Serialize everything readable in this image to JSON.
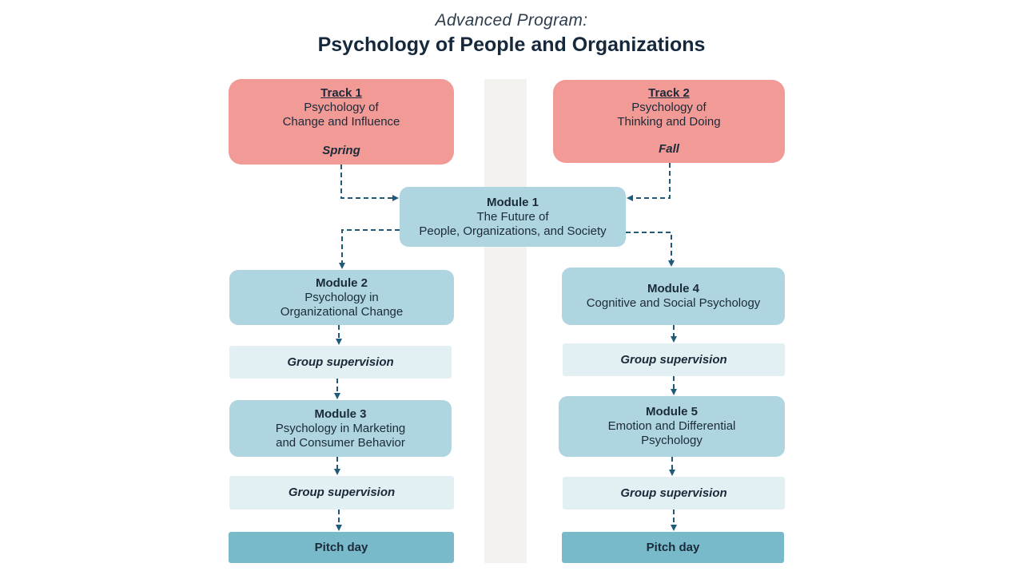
{
  "header": {
    "subtitle": "Advanced Program:",
    "title": "Psychology of People and Organizations"
  },
  "tracks": [
    {
      "label": "Track 1",
      "line1": "Psychology of",
      "line2": "Change and Influence",
      "season": "Spring"
    },
    {
      "label": "Track 2",
      "line1": "Psychology of",
      "line2": "Thinking and Doing",
      "season": "Fall"
    }
  ],
  "module1": {
    "label": "Module 1",
    "line1": "The Future of",
    "line2": "People, Organizations, and Society"
  },
  "left_column": {
    "module2": {
      "label": "Module 2",
      "line1": "Psychology in",
      "line2": "Organizational Change"
    },
    "group1": "Group supervision",
    "module3": {
      "label": "Module 3",
      "line1": "Psychology in Marketing",
      "line2": "and Consumer Behavior"
    },
    "group2": "Group supervision",
    "pitch": "Pitch day"
  },
  "right_column": {
    "module4": {
      "label": "Module 4",
      "line1": "Cognitive and Social Psychology"
    },
    "group1": "Group supervision",
    "module5": {
      "label": "Module 5",
      "line1": "Emotion and Differential",
      "line2": "Psychology"
    },
    "group2": "Group supervision",
    "pitch": "Pitch day"
  },
  "colors": {
    "track": "#f29a95",
    "module": "#afd6e0",
    "group": "#e2eff3",
    "pitch": "#78bac9",
    "connector": "#1f5a78"
  }
}
